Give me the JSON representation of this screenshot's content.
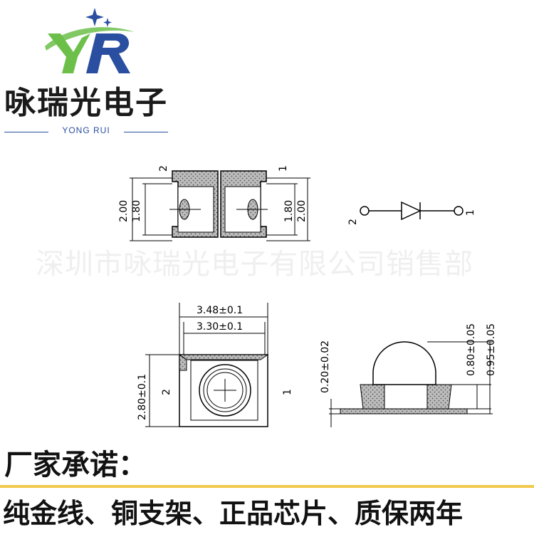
{
  "brand": {
    "logo_letters": "YR",
    "company_name": "咏瑞光电子",
    "english_name": "YONG RUI",
    "colors": {
      "green": "#6cc04a",
      "blue": "#2a4fa0"
    }
  },
  "watermark": "深圳市咏瑞光电子有限公司销售部",
  "drawing": {
    "top_view": {
      "dim_left_outer": "2.00",
      "dim_left_inner": "1.80",
      "dim_right_inner": "1.80",
      "dim_right_outer": "2.00",
      "pin_left": "2",
      "pin_right": "1"
    },
    "schematic": {
      "pin_left": "2",
      "pin_right": "1"
    },
    "front_view": {
      "width_outer": "3.48±0.1",
      "width_inner": "3.30±0.1",
      "height": "2.80±0.1",
      "pin_left": "2",
      "pin_right": "1"
    },
    "side_view": {
      "dim_base": "0.20±0.02",
      "dim_body": "0.80±0.05",
      "dim_total": "0.95±0.05"
    }
  },
  "promise": {
    "title": "厂家承诺：",
    "text": "纯金线、铜支架、正品芯片、质保两年"
  }
}
